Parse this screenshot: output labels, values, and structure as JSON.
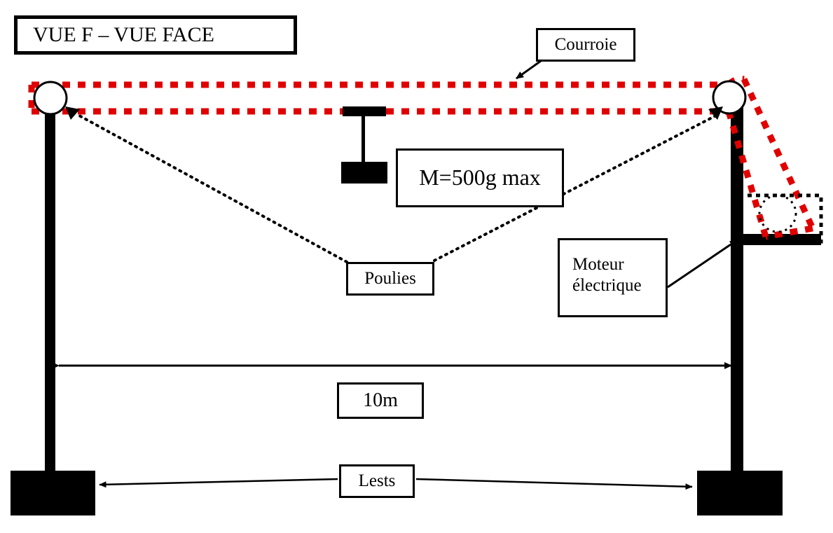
{
  "diagram": {
    "title": "VUE F – VUE FACE",
    "type": "technical-schematic",
    "language": "fr",
    "colors": {
      "belt": "#e00000",
      "structure": "#000000",
      "background": "#ffffff",
      "leader": "#000000"
    },
    "labels": {
      "title": "VUE F – VUE FACE",
      "belt": "Courroie",
      "mass": "M=500g max",
      "pulleys": "Poulies",
      "motor_line1": "Moteur",
      "motor_line2": "électrique",
      "span": "10m",
      "ballast": "Lests"
    },
    "measurements": {
      "span_between_masts": "10m",
      "max_payload": "M=500g max"
    },
    "components": [
      {
        "name": "left-mast",
        "kind": "vertical-post"
      },
      {
        "name": "right-mast",
        "kind": "vertical-post"
      },
      {
        "name": "left-pulley",
        "kind": "pulley-wheel"
      },
      {
        "name": "right-pulley",
        "kind": "pulley-wheel"
      },
      {
        "name": "motor-pulley",
        "kind": "pulley-wheel-dotted"
      },
      {
        "name": "drive-belt",
        "kind": "dashed-red-loop"
      },
      {
        "name": "carriage",
        "kind": "belt-carriage"
      },
      {
        "name": "payload-mass",
        "kind": "block"
      },
      {
        "name": "left-ballast",
        "kind": "block"
      },
      {
        "name": "right-ballast",
        "kind": "block"
      },
      {
        "name": "motor-housing",
        "kind": "dotted-rectangle"
      }
    ]
  }
}
